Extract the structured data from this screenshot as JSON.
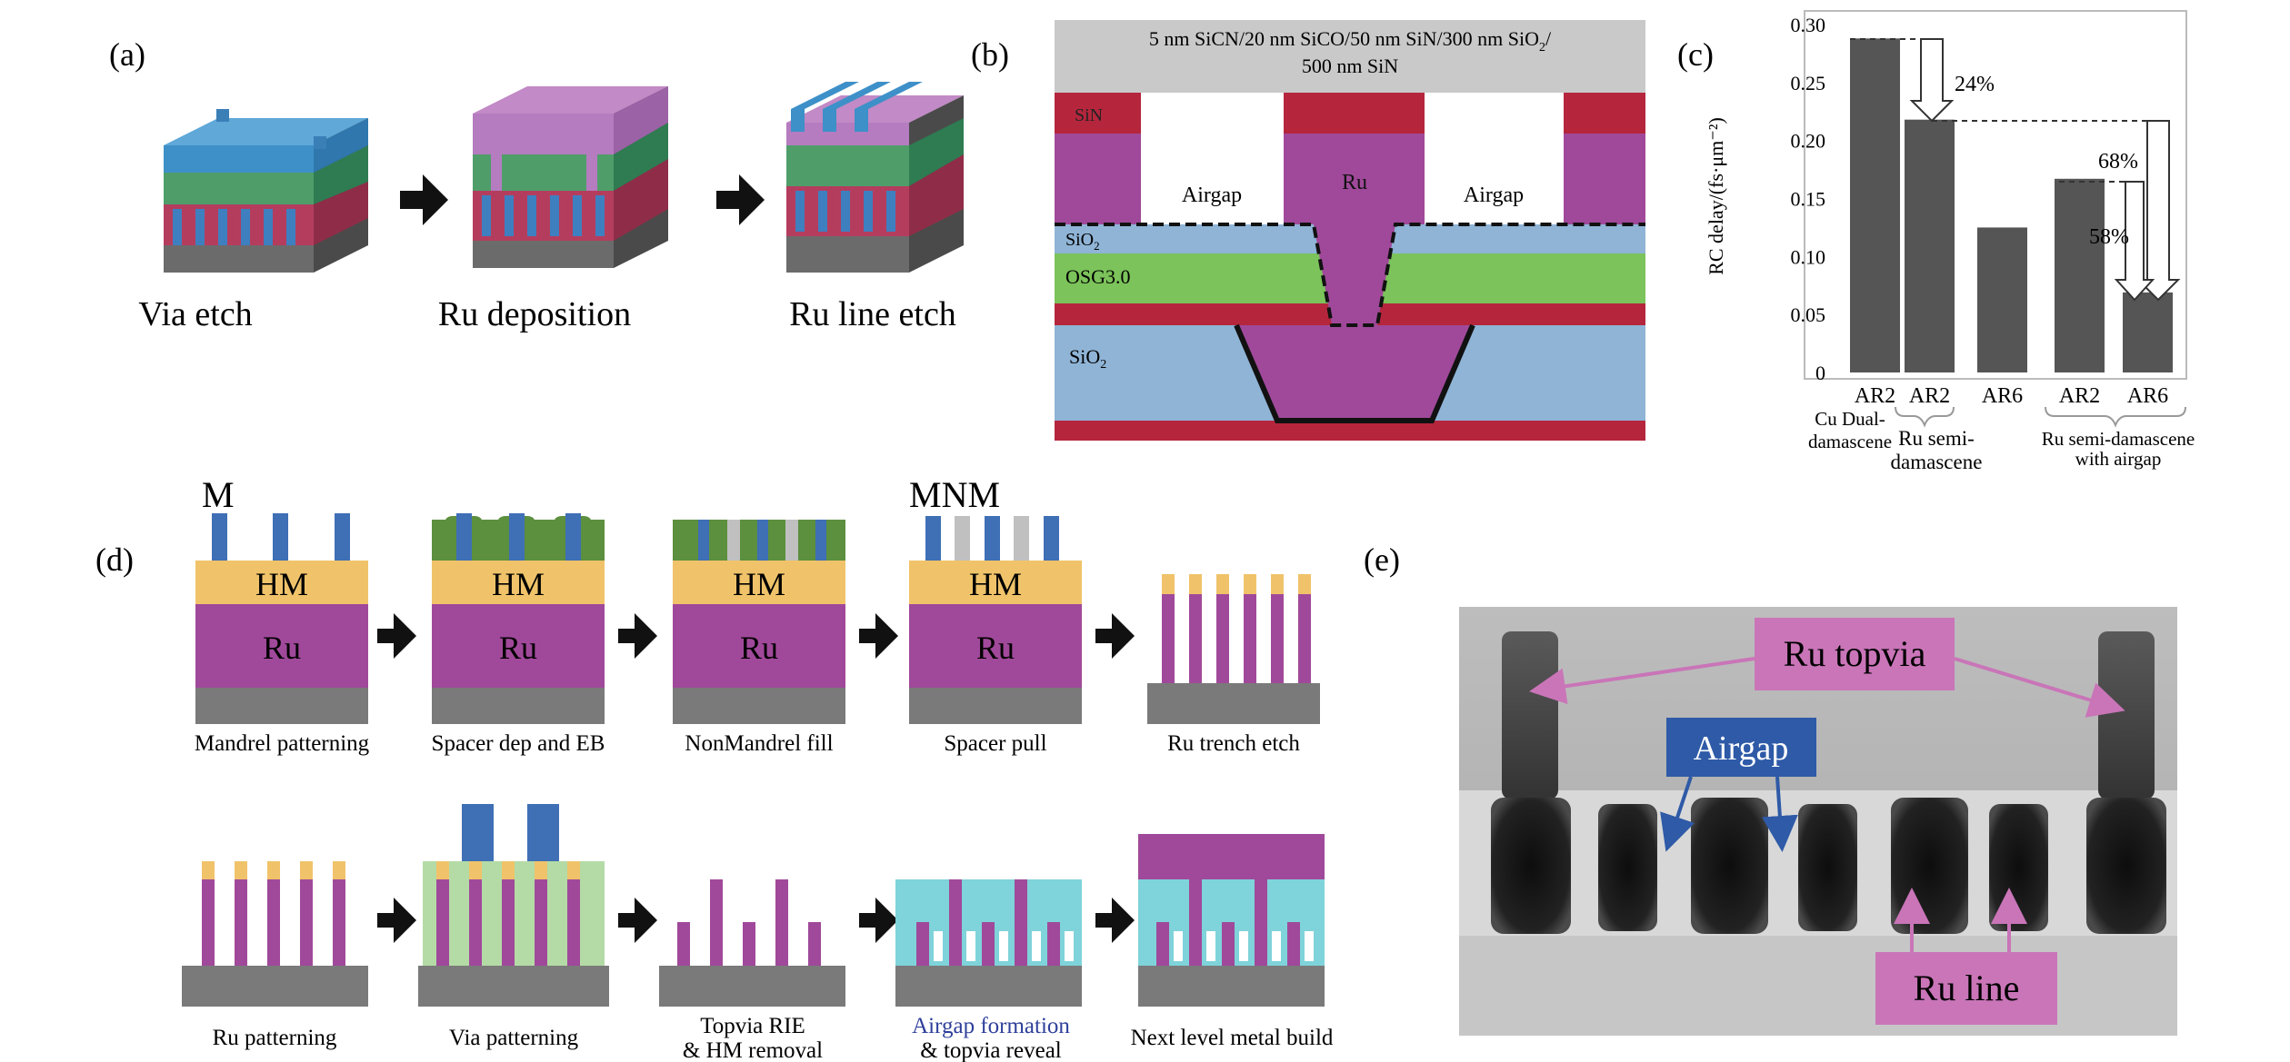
{
  "panel_a": {
    "label": "(a)",
    "steps": [
      "Via etch",
      "Ru deposition",
      "Ru line etch"
    ]
  },
  "panel_b": {
    "label": "(b)",
    "stack_line1": "5 nm SiCN/20 nm SiCO/50 nm SiN/300 nm SiO",
    "stack_line1_sub": "2",
    "stack_line1_tail": "/",
    "stack_line2": "500 nm SiN",
    "sin": "SiN",
    "airgap_left": "Airgap",
    "airgap_right": "Airgap",
    "ru": "Ru",
    "sio2_upper": "SiO",
    "sio2_upper_sub": "2",
    "osg": "OSG3.0",
    "sio2_lower": "SiO",
    "sio2_lower_sub": "2"
  },
  "panel_c": {
    "label": "(c)",
    "annotations": [
      "24%",
      "68%",
      "58%"
    ],
    "groups": [
      {
        "lines": [
          "Cu Dual-",
          "damascene"
        ]
      },
      {
        "lines": [
          "Ru semi-",
          "damascene"
        ]
      },
      {
        "lines": [
          "Ru semi-damascene",
          "with airgap"
        ]
      }
    ]
  },
  "chart_data": {
    "type": "bar",
    "categories": [
      "AR2",
      "AR2",
      "AR6",
      "AR2",
      "AR6"
    ],
    "values": [
      0.288,
      0.218,
      0.125,
      0.167,
      0.069
    ],
    "ylabel": "RC delay/(fs·μm⁻²)",
    "ylim": [
      0,
      0.3
    ],
    "yticks": [
      "0",
      "0.05",
      "0.10",
      "0.15",
      "0.20",
      "0.25",
      "0.30"
    ],
    "grid": false,
    "bar_color": "#555555"
  },
  "panel_d": {
    "label": "(d)",
    "m_label": "M",
    "mnm_label": "MNM",
    "hm": "HM",
    "ru": "Ru",
    "top_steps": [
      "Mandrel patterning",
      "Spacer dep and EB",
      "NonMandrel fill",
      "Spacer pull",
      "Ru trench etch"
    ],
    "bottom_steps": [
      {
        "lines": [
          "Ru patterning"
        ]
      },
      {
        "lines": [
          "Via patterning"
        ]
      },
      {
        "lines": [
          "Topvia RIE",
          "& HM removal"
        ]
      },
      {
        "lines": [
          "Airgap formation",
          "& topvia reveal"
        ]
      },
      {
        "lines": [
          "Next level metal build"
        ]
      }
    ]
  },
  "panel_e": {
    "label": "(e)",
    "ru_topvia": "Ru topvia",
    "airgap": "Airgap",
    "ru_line": "Ru line"
  },
  "colors": {
    "ru": "#a0499a",
    "hm": "#f0c36a",
    "sub": "#7a7a7a",
    "mandrel": "#3f6fb5",
    "spacer": "#5c8f3e",
    "nonmandrel": "#c0c0c0",
    "sio2": "#8fb4d6",
    "osg": "#7bc35a",
    "sin": "#b5263d",
    "cap": "#c9c9c9",
    "cyan": "#7fd3da",
    "lightgreen": "#b4dba6",
    "label_pink": "#c975b8",
    "label_blue": "#2e5aa7"
  }
}
